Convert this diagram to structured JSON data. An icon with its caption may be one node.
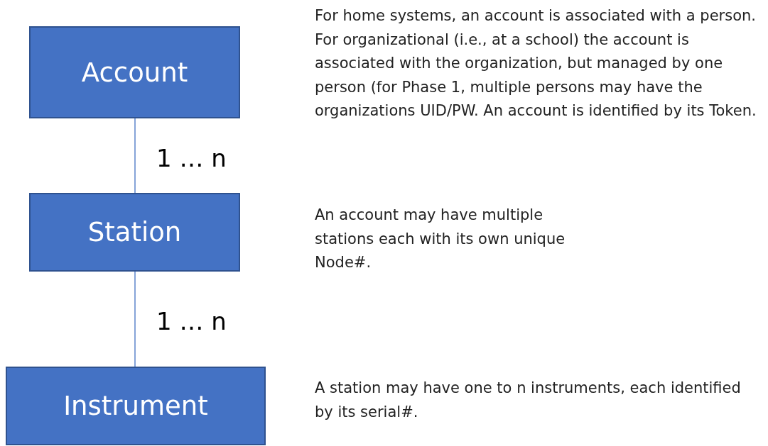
{
  "diagram": {
    "nodes": [
      {
        "text": [
          "Account"
        ]
      },
      {
        "text": [
          "Station"
        ]
      },
      {
        "text": [
          "Instrument"
        ]
      }
    ],
    "edges": [
      {
        "from": 0,
        "to": 1,
        "arrow": "none",
        "label": "1 … n"
      },
      {
        "from": 1,
        "to": 2,
        "arrow": "none",
        "label": "1 … n"
      }
    ],
    "labels": [
      "For home systems, an account is associated with a person. For organizational (i.e., at a school) the account is associated with the organization, but managed by one person (for Phase 1, multiple persons may have the organizations UID/PW. An account is identified by its Token.",
      "An account may have multiple stations each with its own unique Node#.",
      "A station may have one to n instruments, each identified by its serial#."
    ]
  }
}
